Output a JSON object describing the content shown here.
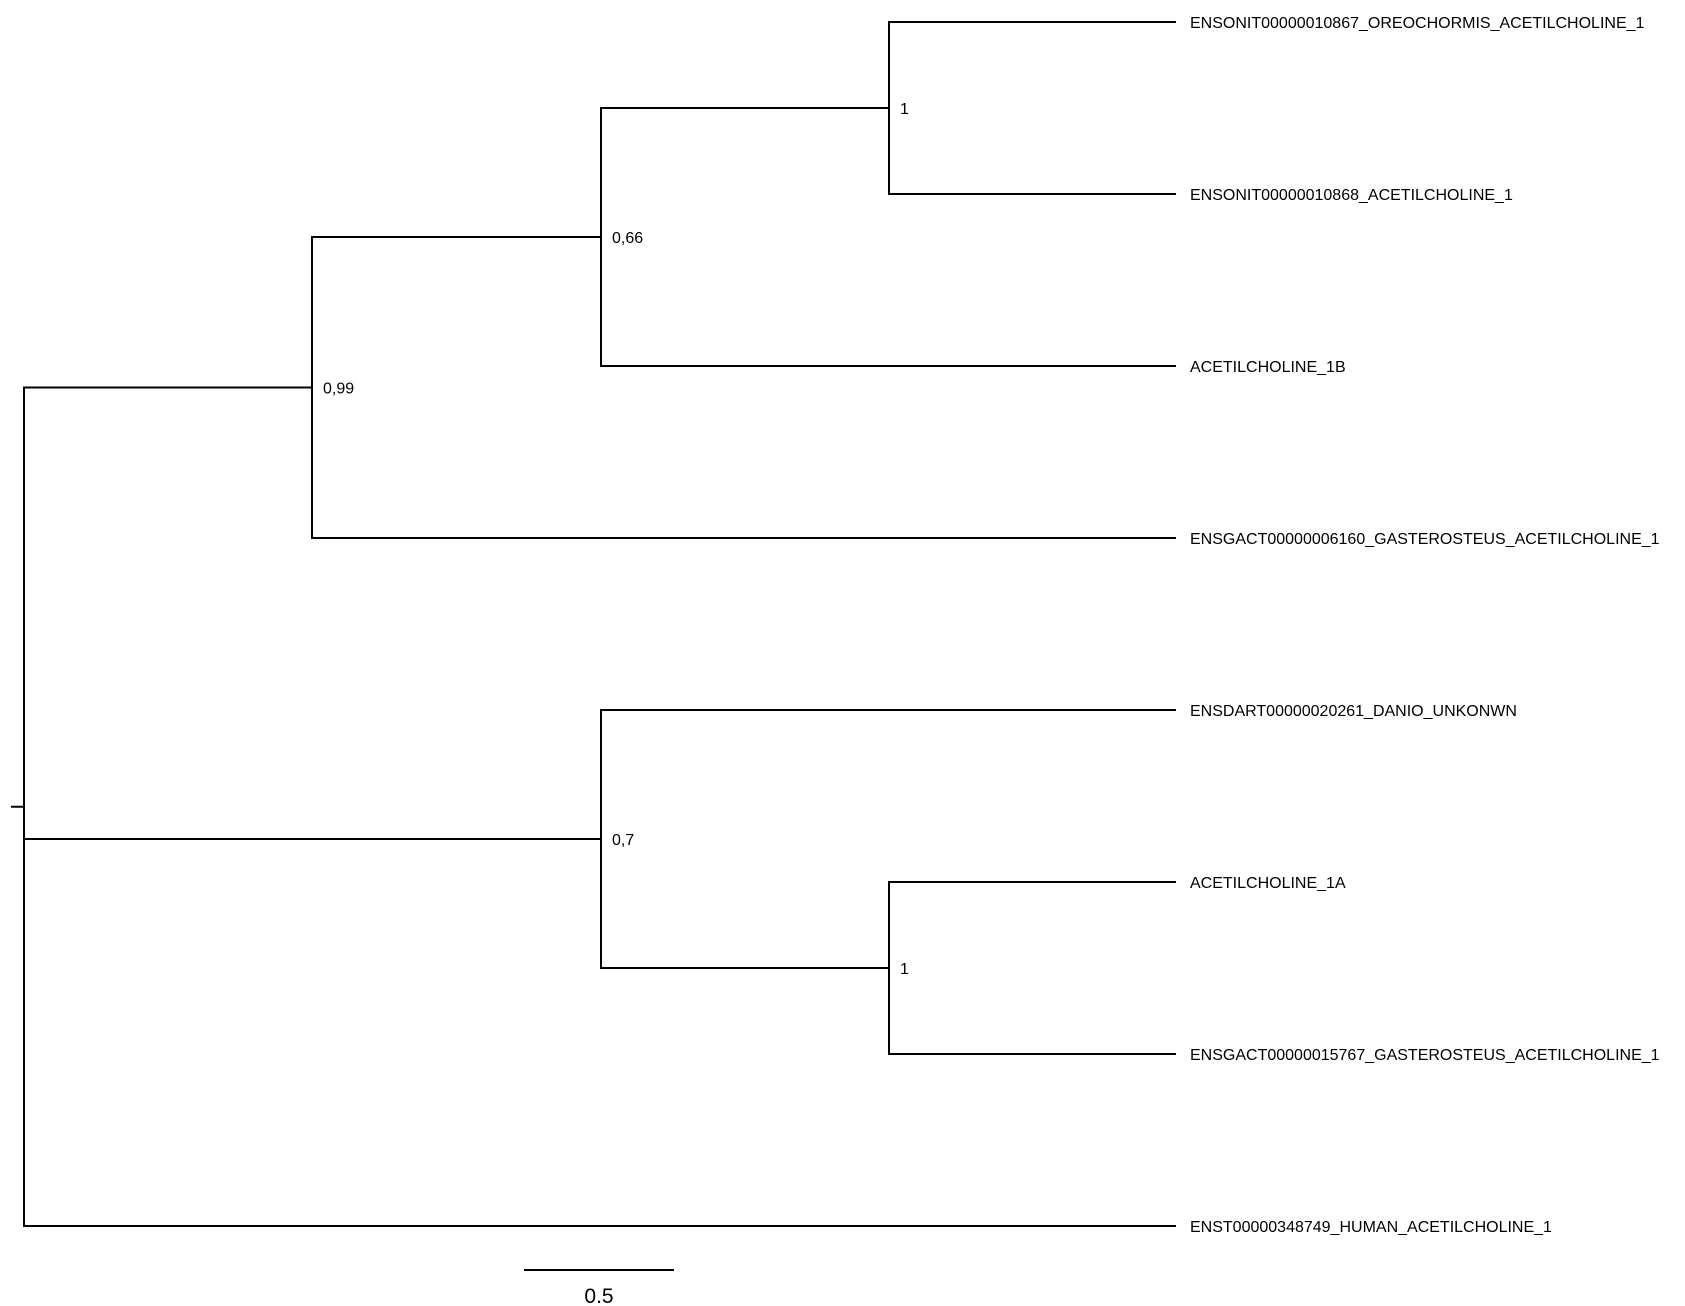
{
  "tree": {
    "leaves": [
      {
        "id": "t1",
        "label": "ENSONIT00000010867_OREOCHORMIS_ACETILCHOLINE_1"
      },
      {
        "id": "t2",
        "label": "ENSONIT00000010868_ACETILCHOLINE_1"
      },
      {
        "id": "t3",
        "label": "ACETILCHOLINE_1B"
      },
      {
        "id": "t4",
        "label": "ENSGACT00000006160_GASTEROSTEUS_ACETILCHOLINE_1"
      },
      {
        "id": "t5",
        "label": "ENSDART00000020261_DANIO_UNKONWN"
      },
      {
        "id": "t6",
        "label": "ACETILCHOLINE_1A"
      },
      {
        "id": "t7",
        "label": "ENSGACT00000015767_GASTEROSTEUS_ACETILCHOLINE_1"
      },
      {
        "id": "t8",
        "label": "ENST00000348749_HUMAN_ACETILCHOLINE_1"
      }
    ],
    "clades": [
      {
        "id": "n_oreo",
        "support": "1",
        "children": [
          "t1",
          "t2"
        ]
      },
      {
        "id": "n_066",
        "support": "0,66",
        "children": [
          "n_oreo",
          "t3"
        ]
      },
      {
        "id": "n_099",
        "support": "0,99",
        "children": [
          "n_066",
          "t4"
        ]
      },
      {
        "id": "n_1a",
        "support": "1",
        "children": [
          "t6",
          "t7"
        ]
      },
      {
        "id": "n_07",
        "support": "0,7",
        "children": [
          "t5",
          "n_1a"
        ]
      },
      {
        "id": "root",
        "support": "",
        "children": [
          "n_099",
          "n_07",
          "t8"
        ]
      }
    ]
  },
  "scale_bar": {
    "value": 0.5,
    "label": "0.5"
  }
}
